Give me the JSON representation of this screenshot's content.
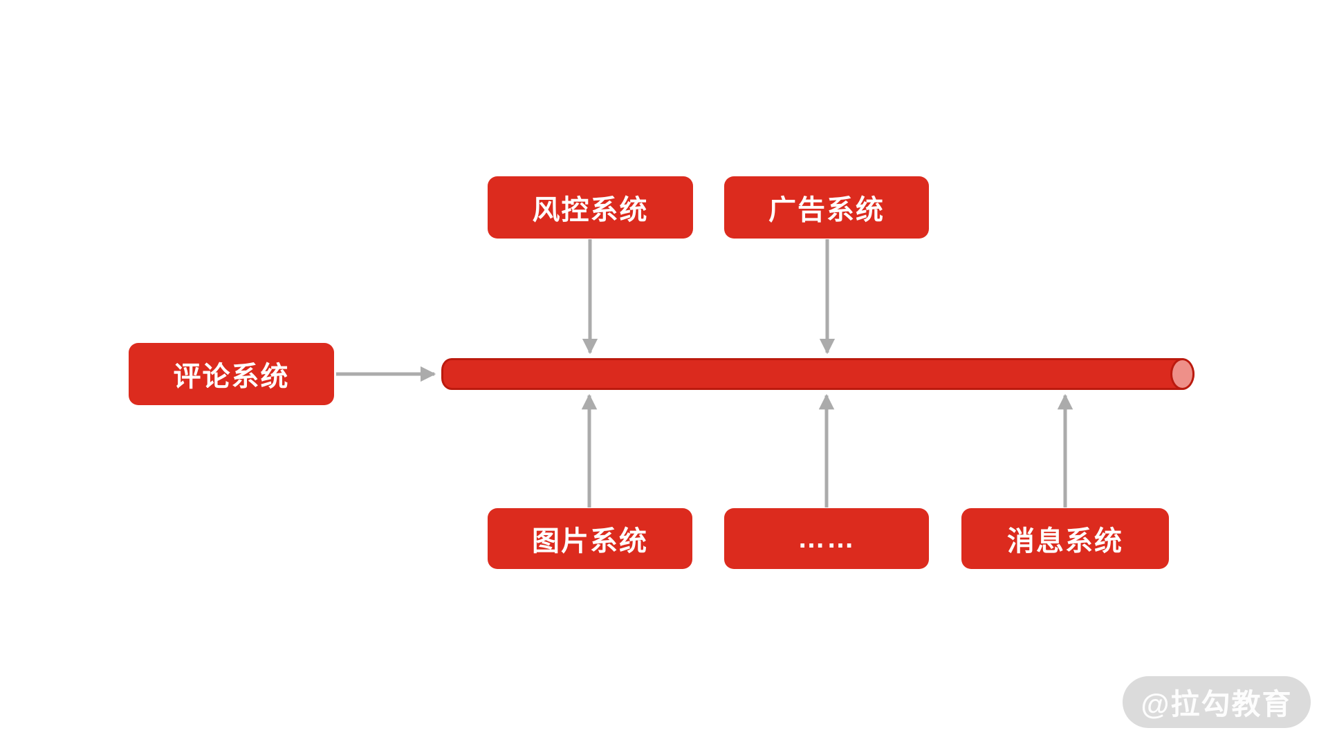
{
  "diagram_type": "message-queue-architecture",
  "nodes": {
    "risk_control": {
      "label": "风控系统"
    },
    "advertising": {
      "label": "广告系统"
    },
    "comment": {
      "label": "评论系统"
    },
    "image": {
      "label": "图片系统"
    },
    "more": {
      "label": "……"
    },
    "message": {
      "label": "消息系统"
    }
  },
  "queue": {
    "shape": "horizontal-cylinder"
  },
  "edges": [
    {
      "from": "comment",
      "to": "queue",
      "direction": "right"
    },
    {
      "from": "risk_control",
      "to": "queue",
      "direction": "down"
    },
    {
      "from": "advertising",
      "to": "queue",
      "direction": "down"
    },
    {
      "from": "image",
      "to": "queue",
      "direction": "up"
    },
    {
      "from": "more",
      "to": "queue",
      "direction": "up"
    },
    {
      "from": "message",
      "to": "queue",
      "direction": "up"
    }
  ],
  "colors": {
    "node_fill": "#DC2B1E",
    "node_text": "#FFFFFF",
    "cylinder_fill": "#DB2A1E",
    "cylinder_stroke": "#BB1A0E",
    "cylinder_cap_fill": "#EE9089",
    "arrow": "#ABABAB",
    "watermark_bg": "#DBDBDB",
    "watermark_text": "#FFFFFF"
  },
  "watermark": {
    "text": "@拉勾教育"
  }
}
